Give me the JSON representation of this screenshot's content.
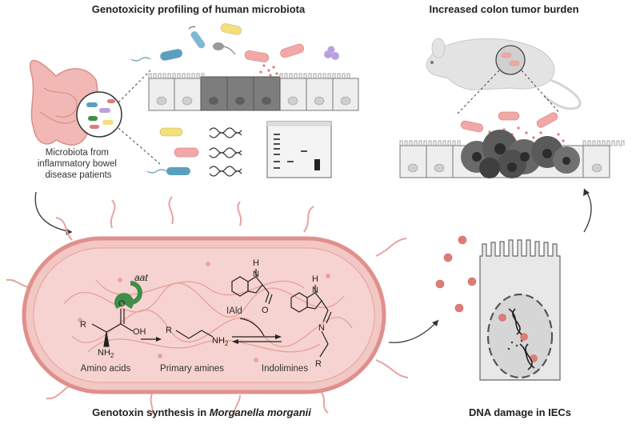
{
  "panels": {
    "top_left": {
      "title": "Genotoxicity profiling of human microbiota",
      "source_label_lines": [
        "Microbiota from",
        "inflammatory bowel",
        "disease patients"
      ]
    },
    "top_right": {
      "title": "Increased colon tumor burden"
    },
    "bottom_left": {
      "title_plain": "Genotoxin synthesis in ",
      "title_italic": "Morganella morganii",
      "gene": "aat",
      "labels": {
        "amino_acids": "Amino acids",
        "primary_amines": "Primary amines",
        "indolimines": "Indolimines",
        "iald": "IAld"
      },
      "chem": {
        "R": "R",
        "OH": "OH",
        "O": "O",
        "NH2": "NH",
        "sub2": "2",
        "NH": "H",
        "N_atom": "N",
        "N": "N"
      }
    },
    "bottom_right": {
      "title": "DNA damage in IECs"
    }
  },
  "colors": {
    "bacterium_fill": "#f2c7c4",
    "bacterium_stroke": "#e0908c",
    "cell_gray": "#e6e6e6",
    "cell_dark": "#8a8a8a",
    "tumor": "#5a5a5a",
    "genotoxin_dot": "#e07c78",
    "enzyme_green": "#3f8f4a",
    "bacteria_blue": "#5b9fc0",
    "bacteria_yellow": "#f2e07a",
    "bacteria_purple": "#b9a0e0"
  }
}
